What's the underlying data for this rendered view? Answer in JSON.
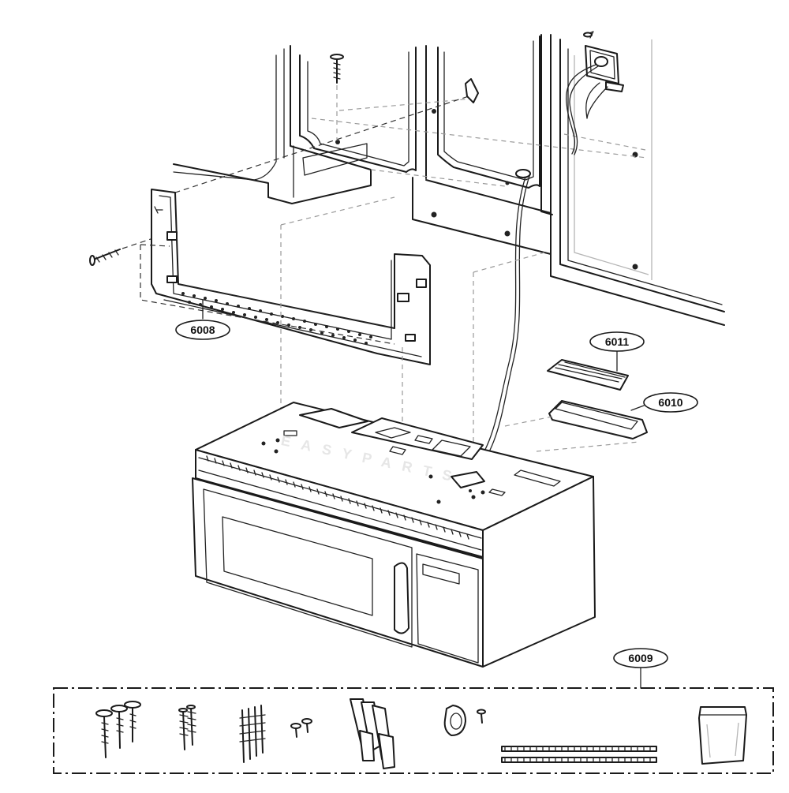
{
  "diagram": {
    "type": "exploded-parts-view",
    "callouts": [
      {
        "id": "bracket",
        "label": "6008"
      },
      {
        "id": "kit",
        "label": "6009"
      },
      {
        "id": "holder",
        "label": "6010"
      },
      {
        "id": "filter",
        "label": "6011"
      }
    ],
    "watermark": "EASYPARTS"
  }
}
